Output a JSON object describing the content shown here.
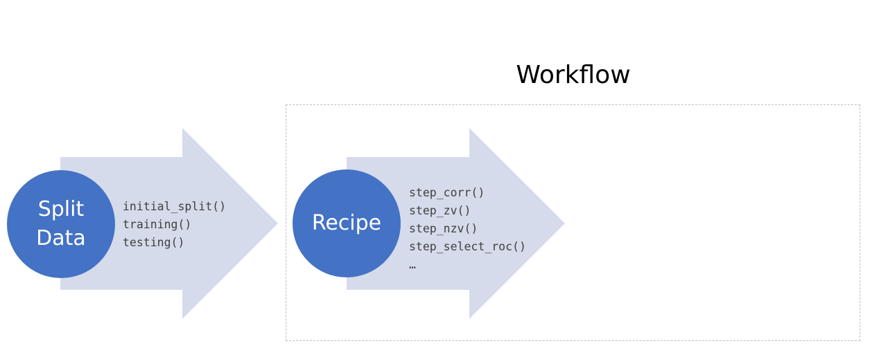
{
  "workflow": {
    "title": "Workflow"
  },
  "stages": [
    {
      "label": "Split\nData",
      "functions": [
        "initial_split()",
        "training()",
        "testing()"
      ]
    },
    {
      "label": "Recipe",
      "functions": [
        "step_corr()",
        "step_zv()",
        "step_nzv()",
        "step_select_roc()",
        "…"
      ]
    }
  ],
  "colors": {
    "circle_fill": "#4472c4",
    "arrow_fill": "#d5dbeb",
    "border_dash": "#bdbdbd",
    "function_text": "#404040"
  }
}
